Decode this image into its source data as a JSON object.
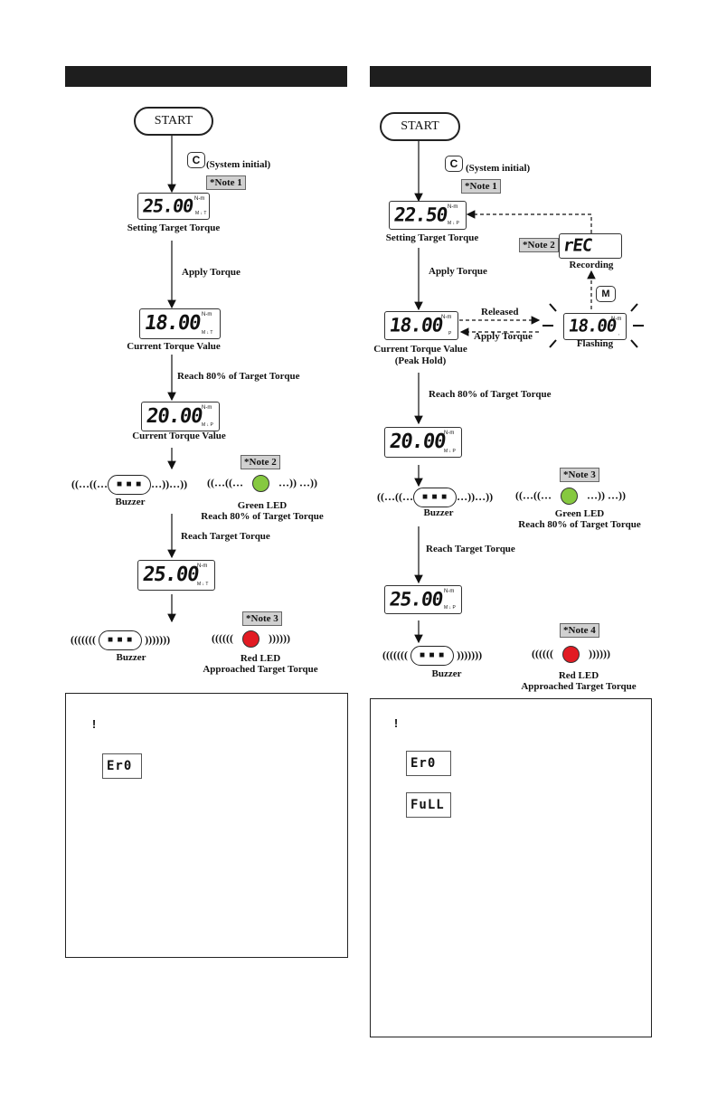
{
  "colors": {
    "header": "#1e1e1e",
    "led_green": "#86c940",
    "led_red": "#e21b23",
    "warning_red": "#d61f26"
  },
  "left": {
    "start": "START",
    "system_initial": "(System initial)",
    "c_button": "C",
    "note1": "*Note 1",
    "lcd1": {
      "value": "25.00",
      "unit": "N-m",
      "indicators": "M ↓ T"
    },
    "setting_target": "Setting Target Torque",
    "apply_torque": "Apply Torque",
    "lcd2": {
      "value": "18.00",
      "unit": "N-m",
      "indicators": "M ↓ T"
    },
    "current_torque": "Current Torque Value",
    "reach80": "Reach 80% of  Target Torque",
    "lcd3": {
      "value": "20.00",
      "unit": "N-m",
      "indicators": "M ↓ P"
    },
    "current_torque2": "Current Torque Value",
    "note2": "*Note 2",
    "buzzer1": {
      "left": "((…((…",
      "right": "…))…))",
      "dots": "■ ■ ■"
    },
    "buzzer1_label": "Buzzer",
    "green1": {
      "left": "((…((…",
      "right": "…)) …))"
    },
    "green_led": "Green LED",
    "green_led_sub": "Reach 80% of Target Torque",
    "reach_target": "Reach Target Torque",
    "lcd4": {
      "value": "25.00",
      "unit": "N-m",
      "indicators": "M ↓ T"
    },
    "note3": "*Note 3",
    "buzzer2": {
      "left": "(((((((",
      "right": ")))))))",
      "dots": "■ ■ ■"
    },
    "buzzer2_label": "Buzzer",
    "red1": {
      "left": "((((((",
      "right": "))))))"
    },
    "red_led": "Red LED",
    "red_led_sub": "Approached Target Torque",
    "warn_icon": "!",
    "err1": "Er0"
  },
  "right": {
    "start": "START",
    "system_initial": "(System initial)",
    "c_button": "C",
    "note1": "*Note 1",
    "lcd1": {
      "value": "22.50",
      "unit": "N-m",
      "indicators": "M ↓ P"
    },
    "setting_target": "Setting Target Torque",
    "note2": "*Note 2",
    "rec": "rEC",
    "recording": "Recording",
    "apply_torque": "Apply Torque",
    "m_button": "M",
    "released": "Released",
    "lcd2": {
      "value": "18.00",
      "unit": "N-m",
      "indicators": "P"
    },
    "apply_torque2": "Apply Torque",
    "lcd_flash": {
      "value": "18.00",
      "unit": "N-m",
      "indicators": ","
    },
    "flashing": "Flashing",
    "current_torque": "Current Torque Value",
    "peak_hold": "(Peak Hold)",
    "reach80": "Reach 80% of Target Torque",
    "lcd3": {
      "value": "20.00",
      "unit": "N-m",
      "indicators": "M ↓ P"
    },
    "note3": "*Note 3",
    "buzzer1": {
      "left": "((…((…",
      "right": "…))…))",
      "dots": "■ ■ ■"
    },
    "buzzer1_label": "Buzzer",
    "green1": {
      "left": "((…((…",
      "right": "…)) …))"
    },
    "green_led": "Green LED",
    "green_led_sub": "Reach 80% of Target Torque",
    "reach_target": "Reach Target Torque",
    "lcd4": {
      "value": "25.00",
      "unit": "N-m",
      "indicators": "M ↓ P"
    },
    "note4": "*Note 4",
    "buzzer2": {
      "left": "(((((((",
      "right": ")))))))",
      "dots": "■ ■ ■"
    },
    "buzzer2_label": "Buzzer",
    "red1": {
      "left": "((((((",
      "right": "))))))"
    },
    "red_led": "Red LED",
    "red_led_sub": "Approached Target Torque",
    "warn_icon": "!",
    "err1": "Er0",
    "err2": "FuLL"
  }
}
